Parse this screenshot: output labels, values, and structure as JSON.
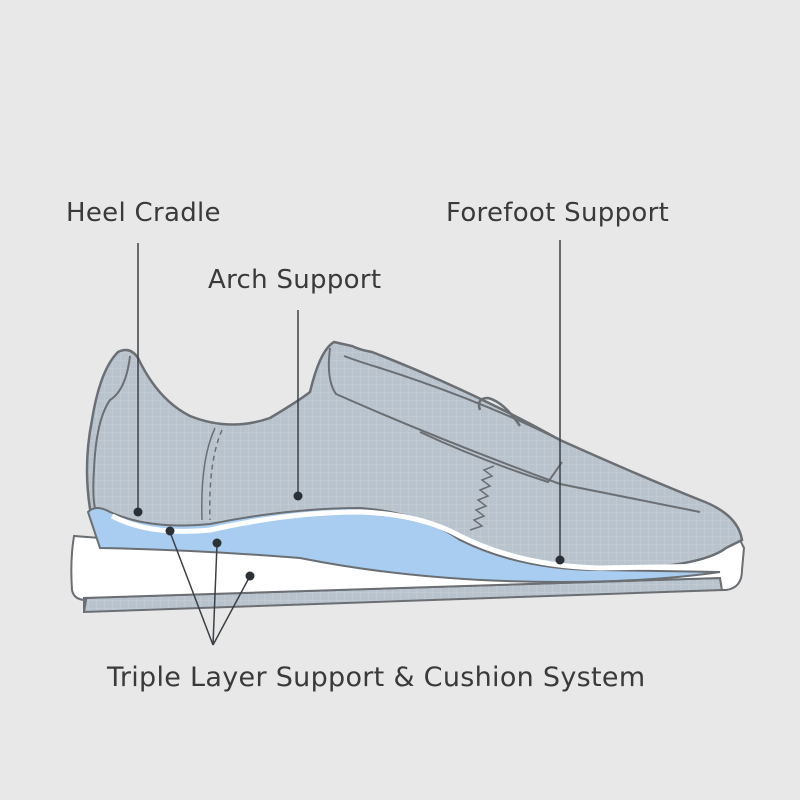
{
  "diagram": {
    "subject": "shoe cross-section",
    "labels": {
      "heel_cradle": "Heel Cradle",
      "arch_support": "Arch Support",
      "forefoot_support": "Forefoot Support",
      "triple_layer": "Triple Layer Support & Cushion System"
    },
    "colors": {
      "background": "#e8e8e8",
      "upper_fill": "#b9c3cd",
      "outline": "#6b6f74",
      "insole_blue": "#a9cdf0",
      "midsole_white": "#ffffff",
      "outsole_gray": "#b4bec8",
      "leader_line": "#3c4046",
      "dot": "#2b2f36",
      "text": "#3a3a3a"
    }
  }
}
